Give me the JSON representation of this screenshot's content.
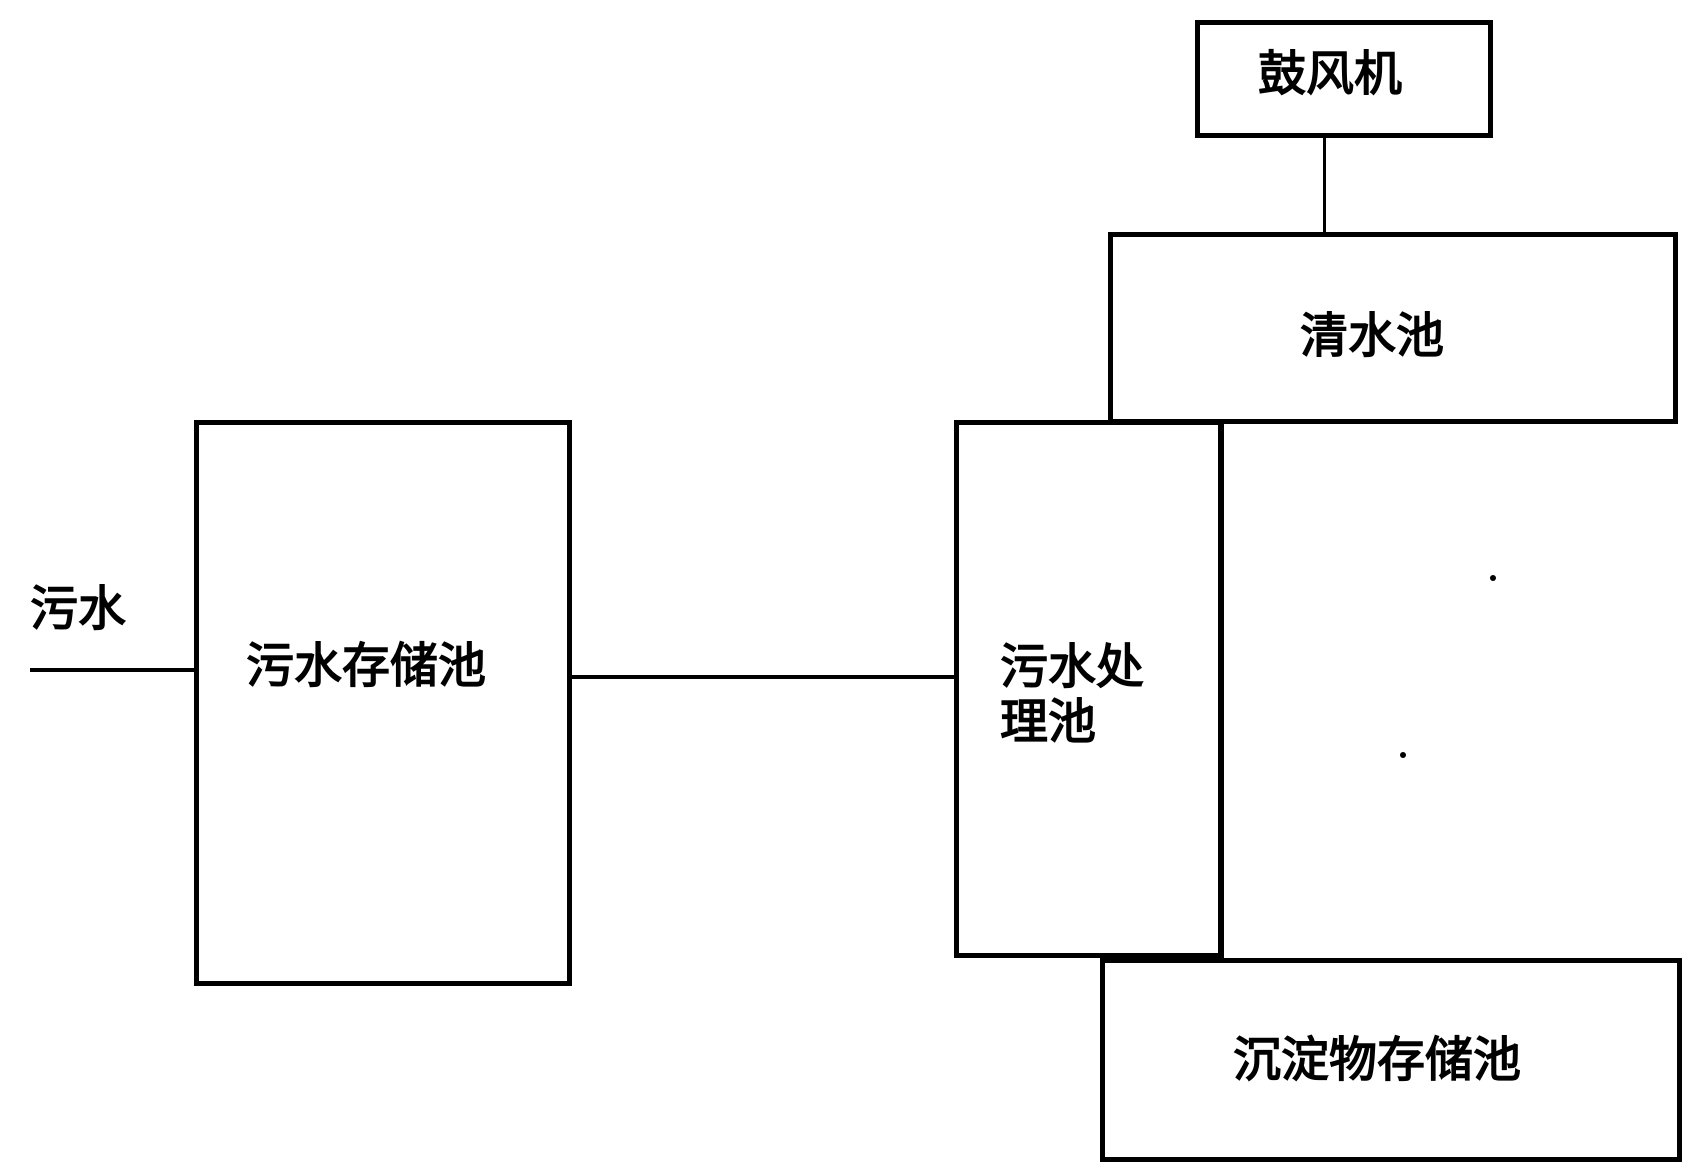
{
  "diagram": {
    "input_label": "污水",
    "nodes": {
      "storage_tank": "污水存储池",
      "treatment_tank_line1": "污水处",
      "treatment_tank_line2": "理池",
      "clear_water_tank": "清水池",
      "blower": "鼓风机",
      "sediment_tank": "沉淀物存储池"
    },
    "colors": {
      "stroke": "#000000",
      "background": "#ffffff"
    }
  }
}
